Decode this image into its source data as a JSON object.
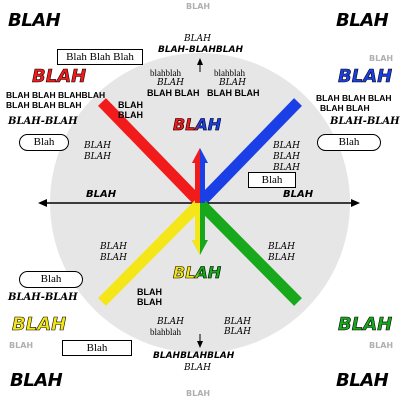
{
  "corners": {
    "top_left": "BLAH",
    "top_right": "BLAH",
    "bottom_left": "BLAH",
    "bottom_right": "BLAH"
  },
  "grey_labels": {
    "top": "BLAH",
    "bottom": "BLAH",
    "right_top": "BLAH",
    "left_bottom": "BLAH",
    "right_bottom": "BLAH"
  },
  "boxes": {
    "top_box": "Blah Blah Blah",
    "left_pill": "Blah",
    "right_pill": "Blah",
    "center_box": "Blah",
    "lower_left_pill": "Blah",
    "bottom_box": "Blah"
  },
  "top_center": {
    "line1": "BLAH",
    "line2": "BLAH-BLAHBLAH"
  },
  "bottom_center": {
    "line1": "BLAHBLAHBLAH",
    "line2": "BLAH"
  },
  "colored_labels": {
    "red": "BLAH",
    "blue": "BLAH",
    "yellow": "BLAH",
    "green": "BLAH",
    "center_red_blue": "BLAH",
    "center_yellow_green": "BLAH"
  },
  "side_text": {
    "left_upper_1": "BLAH BLAH BLAHBLAH",
    "left_upper_2": "BLAH BLAH BLAH",
    "left_upper_3": "BLAH-BLAH",
    "right_upper_1": "BLAH BLAH BLAH",
    "right_upper_2": "BLAH BLAH",
    "right_upper_3": "BLAH-BLAH",
    "left_lower_1": "BLAH-BLAH",
    "axis_left": "BLAH",
    "axis_right": "BLAH"
  },
  "inner_top": {
    "col1_1": "blahblah",
    "col1_2": "BLAH",
    "col1_3": "BLAH BLAH",
    "col2_1": "blahblah",
    "col2_2": "BLAH",
    "col2_3": "BLAH BLAH",
    "near_red_1": "BLAH",
    "near_red_2": "BLAH",
    "red_side_1": "BLAH",
    "red_side_2": "BLAH",
    "blue_side_1": "BLAH",
    "blue_side_2": "BLAH",
    "blue_side_3": "BLAH"
  },
  "inner_bottom": {
    "yellow_side_1": "BLAH",
    "yellow_side_2": "BLAH",
    "green_side_1": "BLAH",
    "green_side_2": "BLAH",
    "col1_1": "BLAH",
    "col1_2": "BLAH",
    "col1_3": "BLAH",
    "col1_4": "blahblah",
    "col2_1": "BLAH",
    "col2_2": "BLAH"
  },
  "colors": {
    "red": "#f21b1b",
    "blue": "#1b3fe6",
    "yellow": "#f5e61a",
    "green": "#17a81b",
    "circle": "#e6e6e6",
    "grey_text": "#b0b0b0"
  }
}
